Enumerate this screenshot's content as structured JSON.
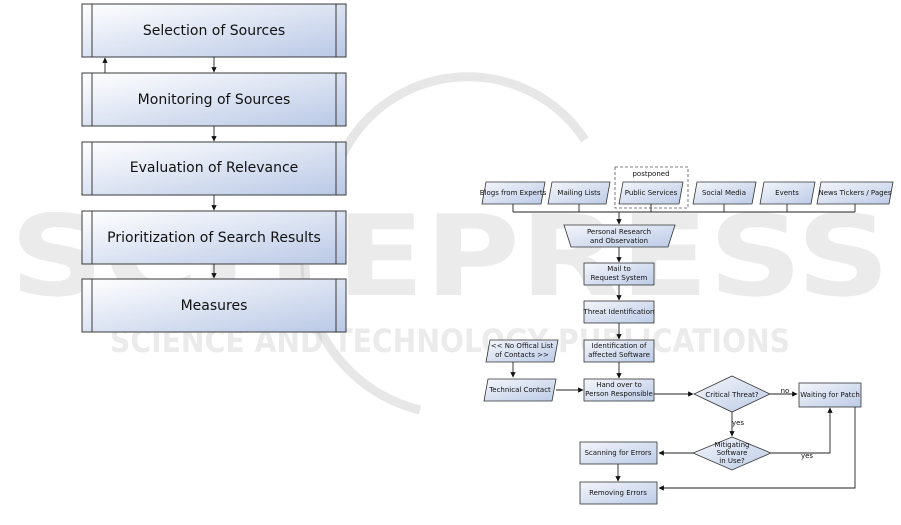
{
  "watermark": {
    "main_text": "SCITEPRESS",
    "sub_text": "SCIENCE AND TECHNOLOGY PUBLICATIONS"
  },
  "left_flow": {
    "steps": [
      "Selection of Sources",
      "Monitoring of Sources",
      "Evaluation of Relevance",
      "Prioritization of Search Results",
      "Measures"
    ]
  },
  "right_flow": {
    "postponed_label": "postponed",
    "sources": [
      "Blogs from Experts",
      "Mailing Lists",
      "Public Services",
      "Social Media",
      "Events",
      "News Tickers / Pages"
    ],
    "research_l1": "Personal Research",
    "research_l2": "and Observation",
    "mail_l1": "Mail to",
    "mail_l2": "Request System",
    "threat": "Threat Identification",
    "affected_l1": "Identification of",
    "affected_l2": "affected Software",
    "nolist_l1": "<< No Offical List",
    "nolist_l2": "of Contacts >>",
    "technical": "Technical Contact",
    "handover_l1": "Hand over to",
    "handover_l2": "Person Responsible",
    "critical": "Critical Threat?",
    "no_label": "no",
    "waiting": "Waiting for Patch",
    "yes_label_1": "yes",
    "mitigating_l1": "Mitigating",
    "mitigating_l2": "Software",
    "mitigating_l3": "in Use?",
    "yes_label_2": "yes",
    "scanning": "Scanning for Errors",
    "removing": "Removing Errors"
  }
}
